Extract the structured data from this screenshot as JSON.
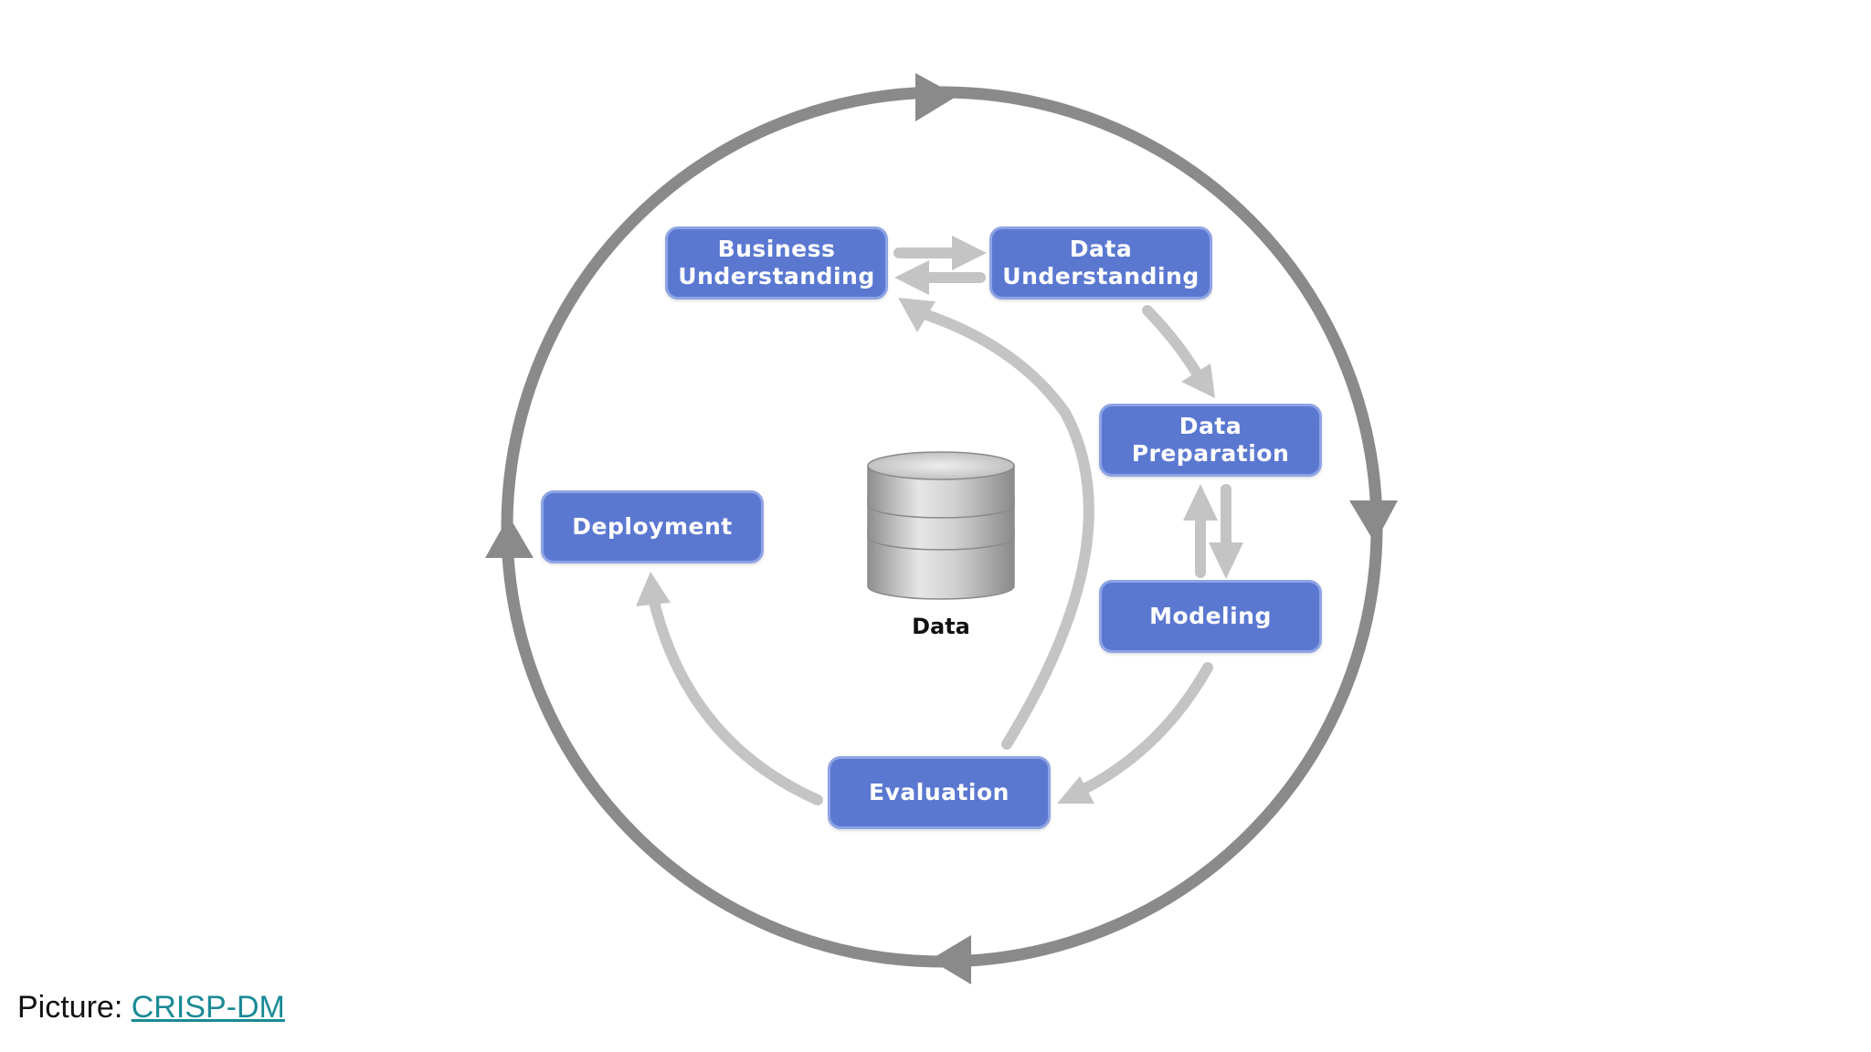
{
  "phases": {
    "business_understanding": {
      "line1": "Business",
      "line2": "Understanding"
    },
    "data_understanding": {
      "line1": "Data",
      "line2": "Understanding"
    },
    "data_preparation": {
      "line1": "Data",
      "line2": "Preparation"
    },
    "modeling": {
      "label": "Modeling"
    },
    "evaluation": {
      "label": "Evaluation"
    },
    "deployment": {
      "label": "Deployment"
    }
  },
  "center": {
    "label": "Data"
  },
  "caption": {
    "prefix": "Picture: ",
    "link_text": "CRISP-DM"
  },
  "colors": {
    "box_fill": "#5b78d1",
    "box_border": "#8ea4e4",
    "outer_cycle": "#8a8a8a",
    "inner_arrow": "#c4c4c4",
    "link": "#1a8a96"
  }
}
